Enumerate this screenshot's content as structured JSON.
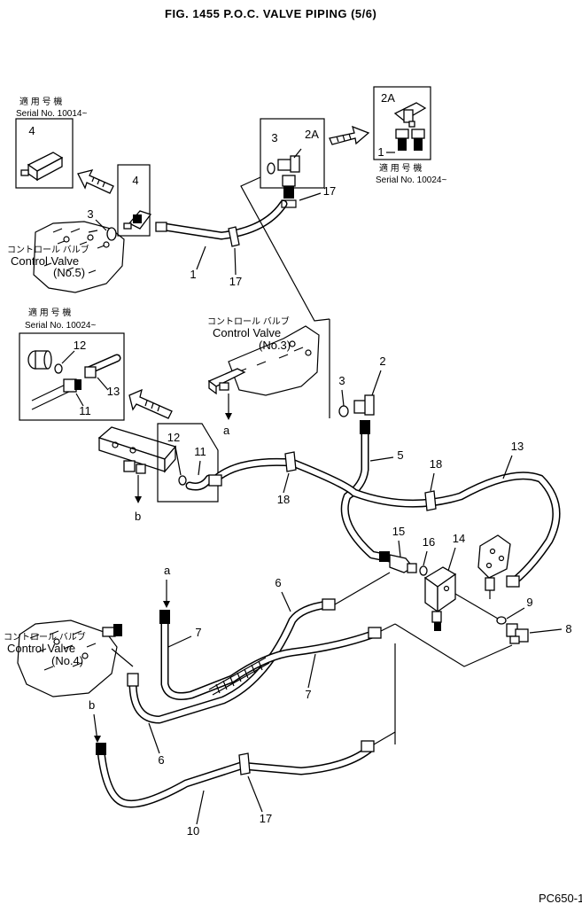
{
  "title": "FIG. 1455  P.O.C. VALVE PIPING (5/6)",
  "page_code": "PC650-1",
  "serial_labels": {
    "jp_top_left": "適 用 号 機",
    "top_left": "Serial No. 10014~",
    "jp_top_right": "適 用 号 機",
    "top_right": "Serial No. 10024~",
    "jp_mid_left": "適 用 号 機",
    "mid_left": "Serial No. 10024~"
  },
  "control_valves": {
    "no5": {
      "jp": "コントロール バルブ",
      "en": "Control Valve",
      "no": "(No.5)"
    },
    "no3": {
      "jp": "コントロール バルブ",
      "en": "Control Valve",
      "no": "(No.3)"
    },
    "no4": {
      "jp": "コントロール バルブ",
      "en": "Control Valve",
      "no": "(No.4)"
    }
  },
  "refs": {
    "a": "a",
    "b": "b"
  },
  "callouts": {
    "n1": "1",
    "n2": "2",
    "n2A": "2A",
    "n3": "3",
    "n4": "4",
    "n5": "5",
    "n6": "6",
    "n7": "7",
    "n8": "8",
    "n9": "9",
    "n10": "10",
    "n11": "11",
    "n12": "12",
    "n13": "13",
    "n14": "14",
    "n15": "15",
    "n16": "16",
    "n17": "17",
    "n18": "18"
  }
}
